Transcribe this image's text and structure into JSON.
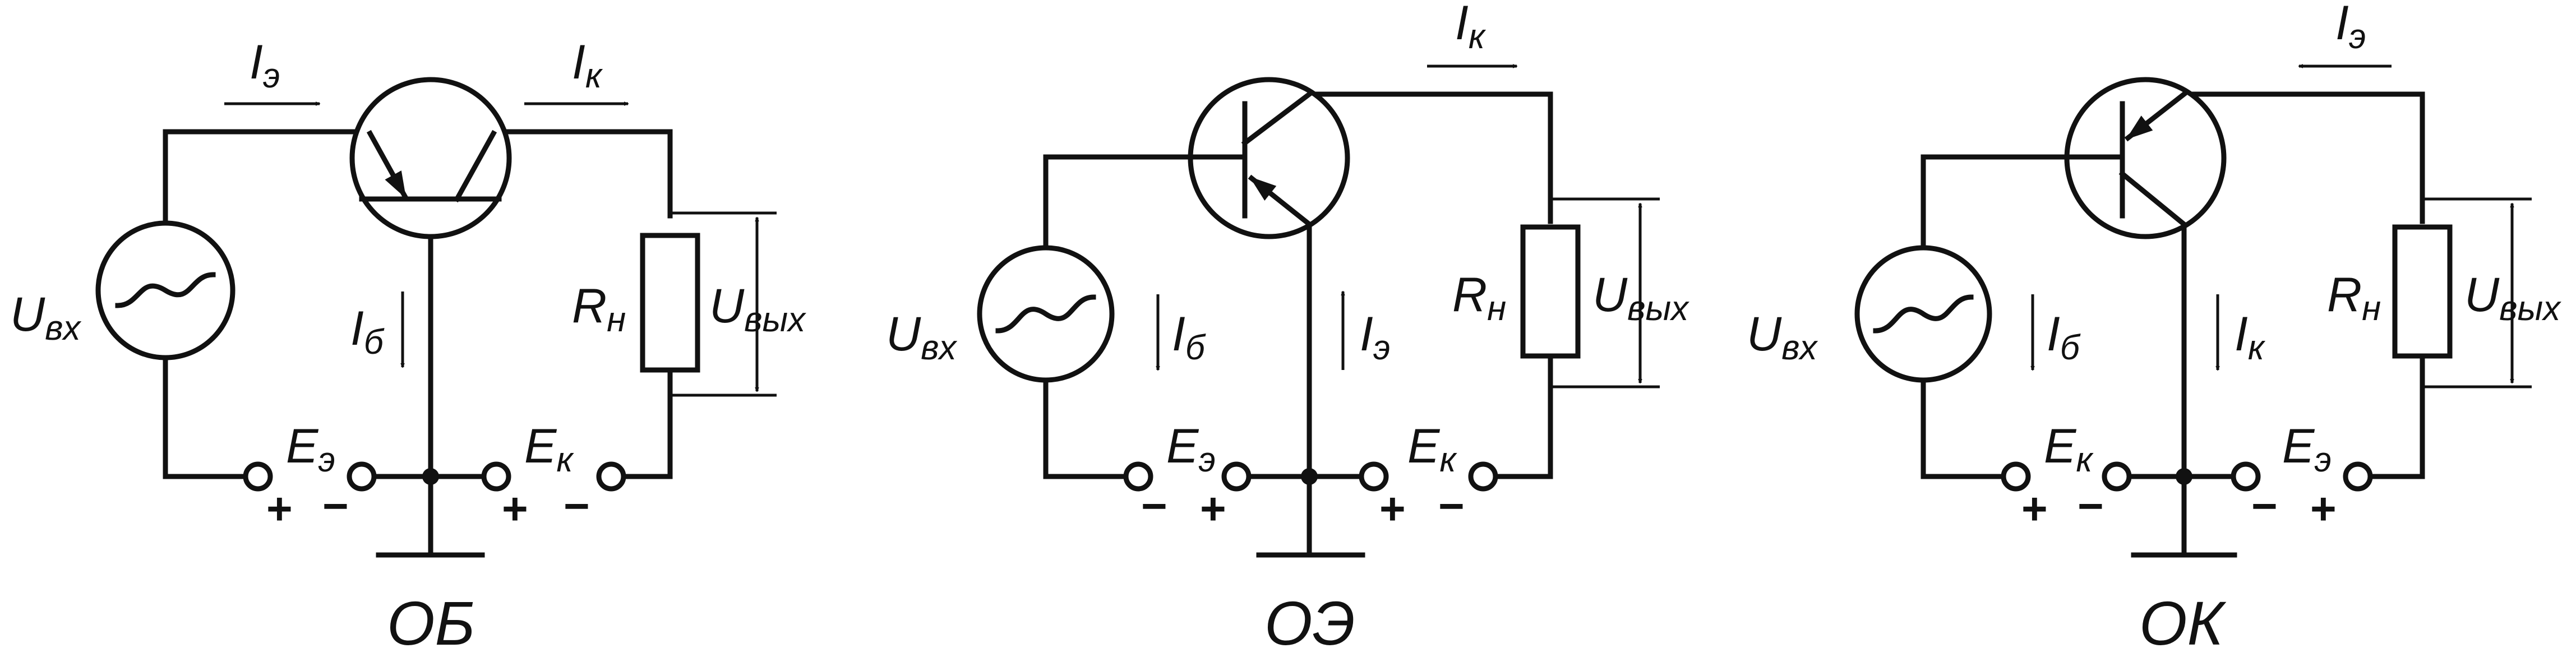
{
  "colors": {
    "ink": "#111111",
    "background": "#ffffff"
  },
  "circuits": [
    {
      "caption": "ОБ",
      "labels": {
        "current_emitter": {
          "main": "I",
          "sub": "э"
        },
        "current_collector": {
          "main": "I",
          "sub": "к"
        },
        "current_base": {
          "main": "I",
          "sub": "б"
        },
        "input_voltage": {
          "main": "U",
          "sub": "вх"
        },
        "load": {
          "main": "R",
          "sub": "н"
        },
        "output_voltage": {
          "main": "U",
          "sub": "вых"
        },
        "supply_left": {
          "main": "E",
          "sub": "э"
        },
        "supply_right": {
          "main": "E",
          "sub": "к"
        }
      },
      "polarity": [
        "+",
        "−",
        "+",
        "−"
      ]
    },
    {
      "caption": "ОЭ",
      "labels": {
        "current_collector": {
          "main": "I",
          "sub": "к"
        },
        "input_voltage": {
          "main": "U",
          "sub": "вх"
        },
        "current_base": {
          "main": "I",
          "sub": "б"
        },
        "current_emitter": {
          "main": "I",
          "sub": "э"
        },
        "load": {
          "main": "R",
          "sub": "н"
        },
        "output_voltage": {
          "main": "U",
          "sub": "вых"
        },
        "supply_left": {
          "main": "E",
          "sub": "э"
        },
        "supply_right": {
          "main": "E",
          "sub": "к"
        }
      },
      "polarity": [
        "−",
        "+",
        "+",
        "−"
      ]
    },
    {
      "caption": "ОК",
      "labels": {
        "current_emitter": {
          "main": "I",
          "sub": "э"
        },
        "input_voltage": {
          "main": "U",
          "sub": "вх"
        },
        "current_base": {
          "main": "I",
          "sub": "б"
        },
        "current_collector": {
          "main": "I",
          "sub": "к"
        },
        "load": {
          "main": "R",
          "sub": "н"
        },
        "output_voltage": {
          "main": "U",
          "sub": "вых"
        },
        "supply_left": {
          "main": "E",
          "sub": "к"
        },
        "supply_right": {
          "main": "E",
          "sub": "э"
        }
      },
      "polarity": [
        "+",
        "−",
        "−",
        "+"
      ]
    }
  ]
}
